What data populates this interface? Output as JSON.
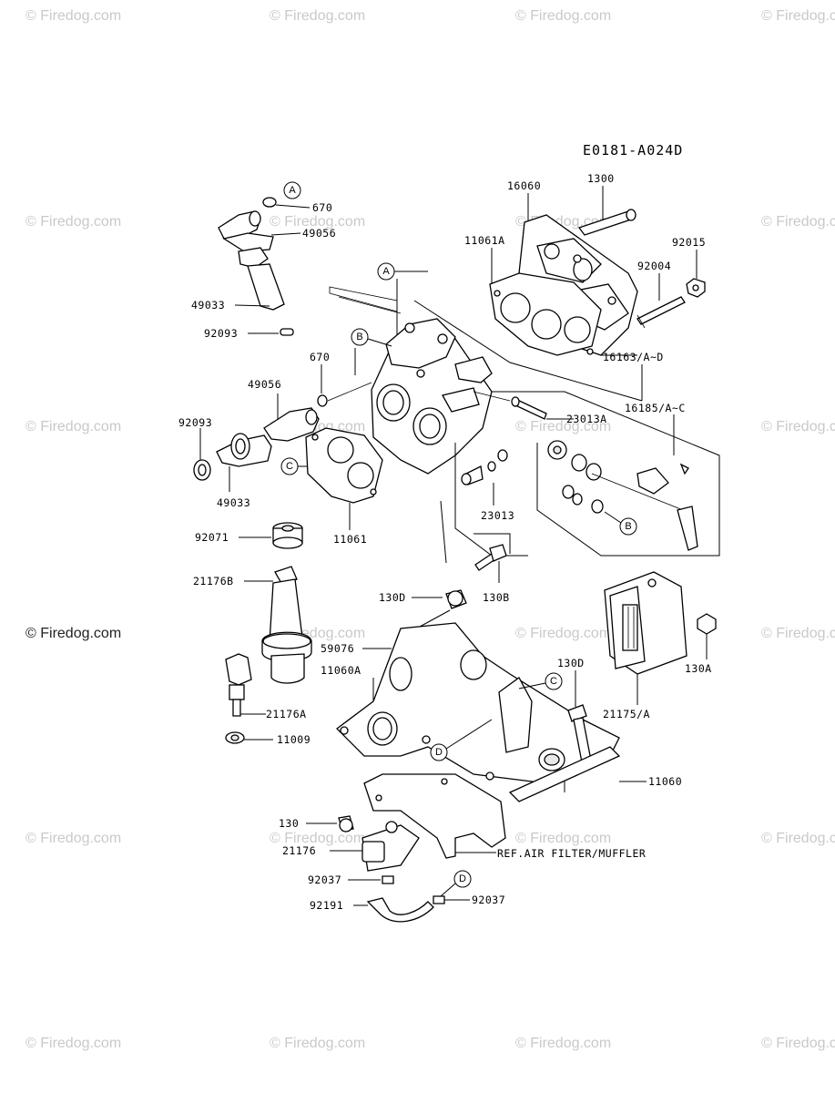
{
  "diagram_code": "E0181-A024D",
  "watermark": "© Firedog.com",
  "watermark_bold": "© Firedog.com",
  "labels": {
    "p670a": "670",
    "p49056a": "49056",
    "p49033a": "49033",
    "p92093a": "92093",
    "p670b": "670",
    "p49056b": "49056",
    "p92093b": "92093",
    "p49033b": "49033",
    "p92071": "92071",
    "p11061": "11061",
    "p16060": "16060",
    "p1300": "1300",
    "p11061A": "11061A",
    "p92015": "92015",
    "p92004": "92004",
    "p16163": "16163/A~D",
    "p16185": "16185/A~C",
    "p23013A": "23013A",
    "p23013": "23013",
    "p130B": "130B",
    "p21176B": "21176B",
    "p130Da": "130D",
    "p59076": "59076",
    "p11060A": "11060A",
    "p130Db": "130D",
    "p21175": "21175/A",
    "p130A": "130A",
    "p21176A": "21176A",
    "p11009": "11009",
    "p11060": "11060",
    "p130": "130",
    "p21176": "21176",
    "ref": "REF.AIR FILTER/MUFFLER",
    "p92037a": "92037",
    "p92191": "92191",
    "p92037b": "92037"
  },
  "callouts": {
    "a1": "A",
    "a2": "A",
    "b1": "B",
    "b2": "B",
    "c1": "C",
    "c2": "C",
    "d1": "D",
    "d2": "D"
  }
}
